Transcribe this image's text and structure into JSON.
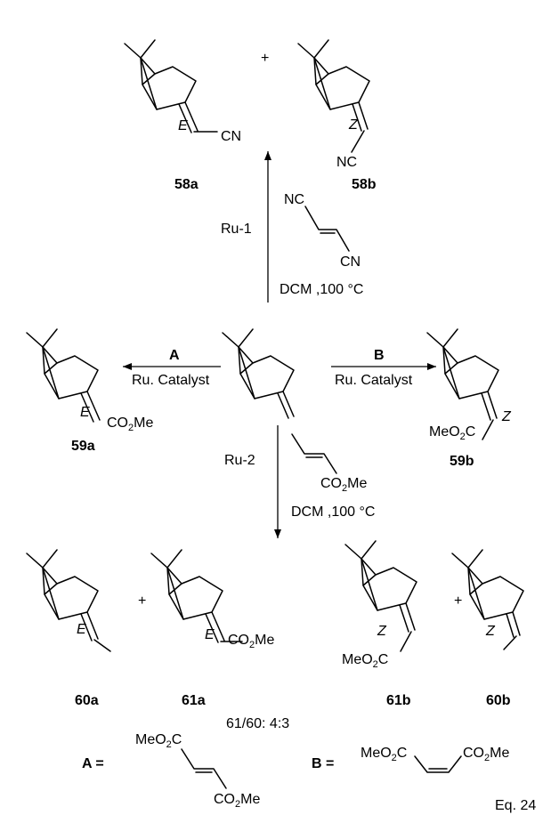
{
  "reagents": {
    "top_catalyst": "Ru-1",
    "top_solvent": "DCM ,100 °C",
    "bottom_catalyst": "Ru-2",
    "bottom_solvent": "DCM ,100 °C",
    "left_letter": "A",
    "left_catalyst": "Ru. Catalyst",
    "right_letter": "B",
    "right_catalyst": "Ru. Catalyst"
  },
  "compounds": {
    "c58a": "58a",
    "c58b": "58b",
    "c59a": "59a",
    "c59b": "59b",
    "c60a": "60a",
    "c61a": "61a",
    "c61b": "61b",
    "c60b": "60b"
  },
  "stereo": {
    "E": "E",
    "Z": "Z"
  },
  "groups": {
    "cn": "CN",
    "nc": "NC",
    "co2me_main": "CO",
    "co2me_sub": "2",
    "co2me_end": "Me",
    "meo2c_main": "MeO",
    "meo2c_sub": "2",
    "meo2c_end": "C"
  },
  "plus": "+",
  "ratio": "61/60: 4:3",
  "definitions": {
    "a_label": "A =",
    "b_label": "B ="
  },
  "equation": "Eq. 24"
}
